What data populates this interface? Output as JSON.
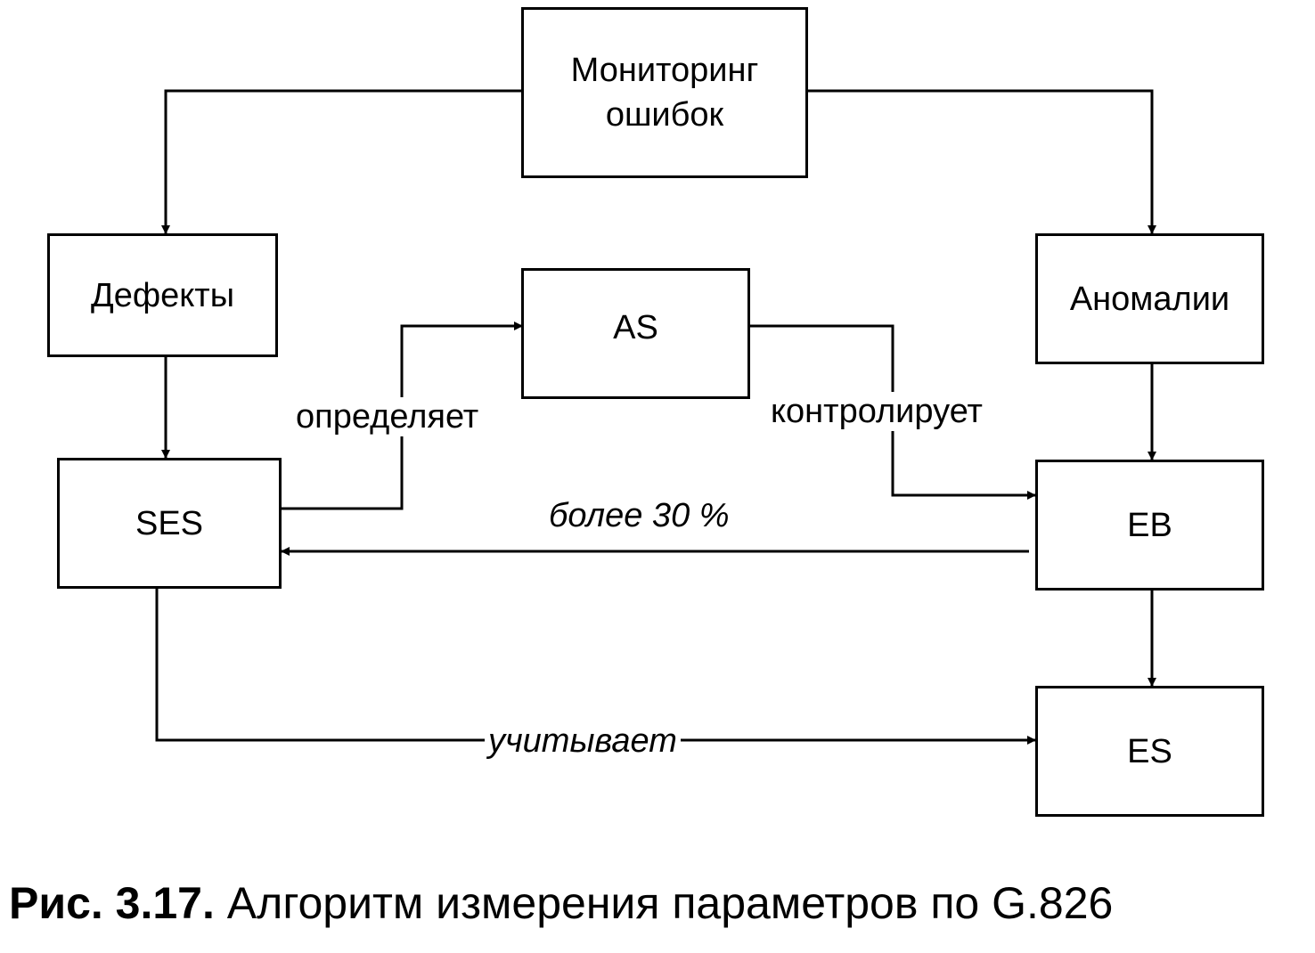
{
  "nodes": {
    "monitoring": {
      "line1": "Мониторинг",
      "line2": "ошибок"
    },
    "defects": "Дефекты",
    "anomalies": "Аномалии",
    "as": "AS",
    "ses": "SES",
    "eb": "EB",
    "es": "ES"
  },
  "edges": {
    "determines": "определяет",
    "controls": "контролирует",
    "more_than": "более 30 %",
    "accounts": "учитывает"
  },
  "caption": {
    "number": "Рис. 3.17.",
    "text": "Алгоритм измерения параметров по G.826"
  }
}
